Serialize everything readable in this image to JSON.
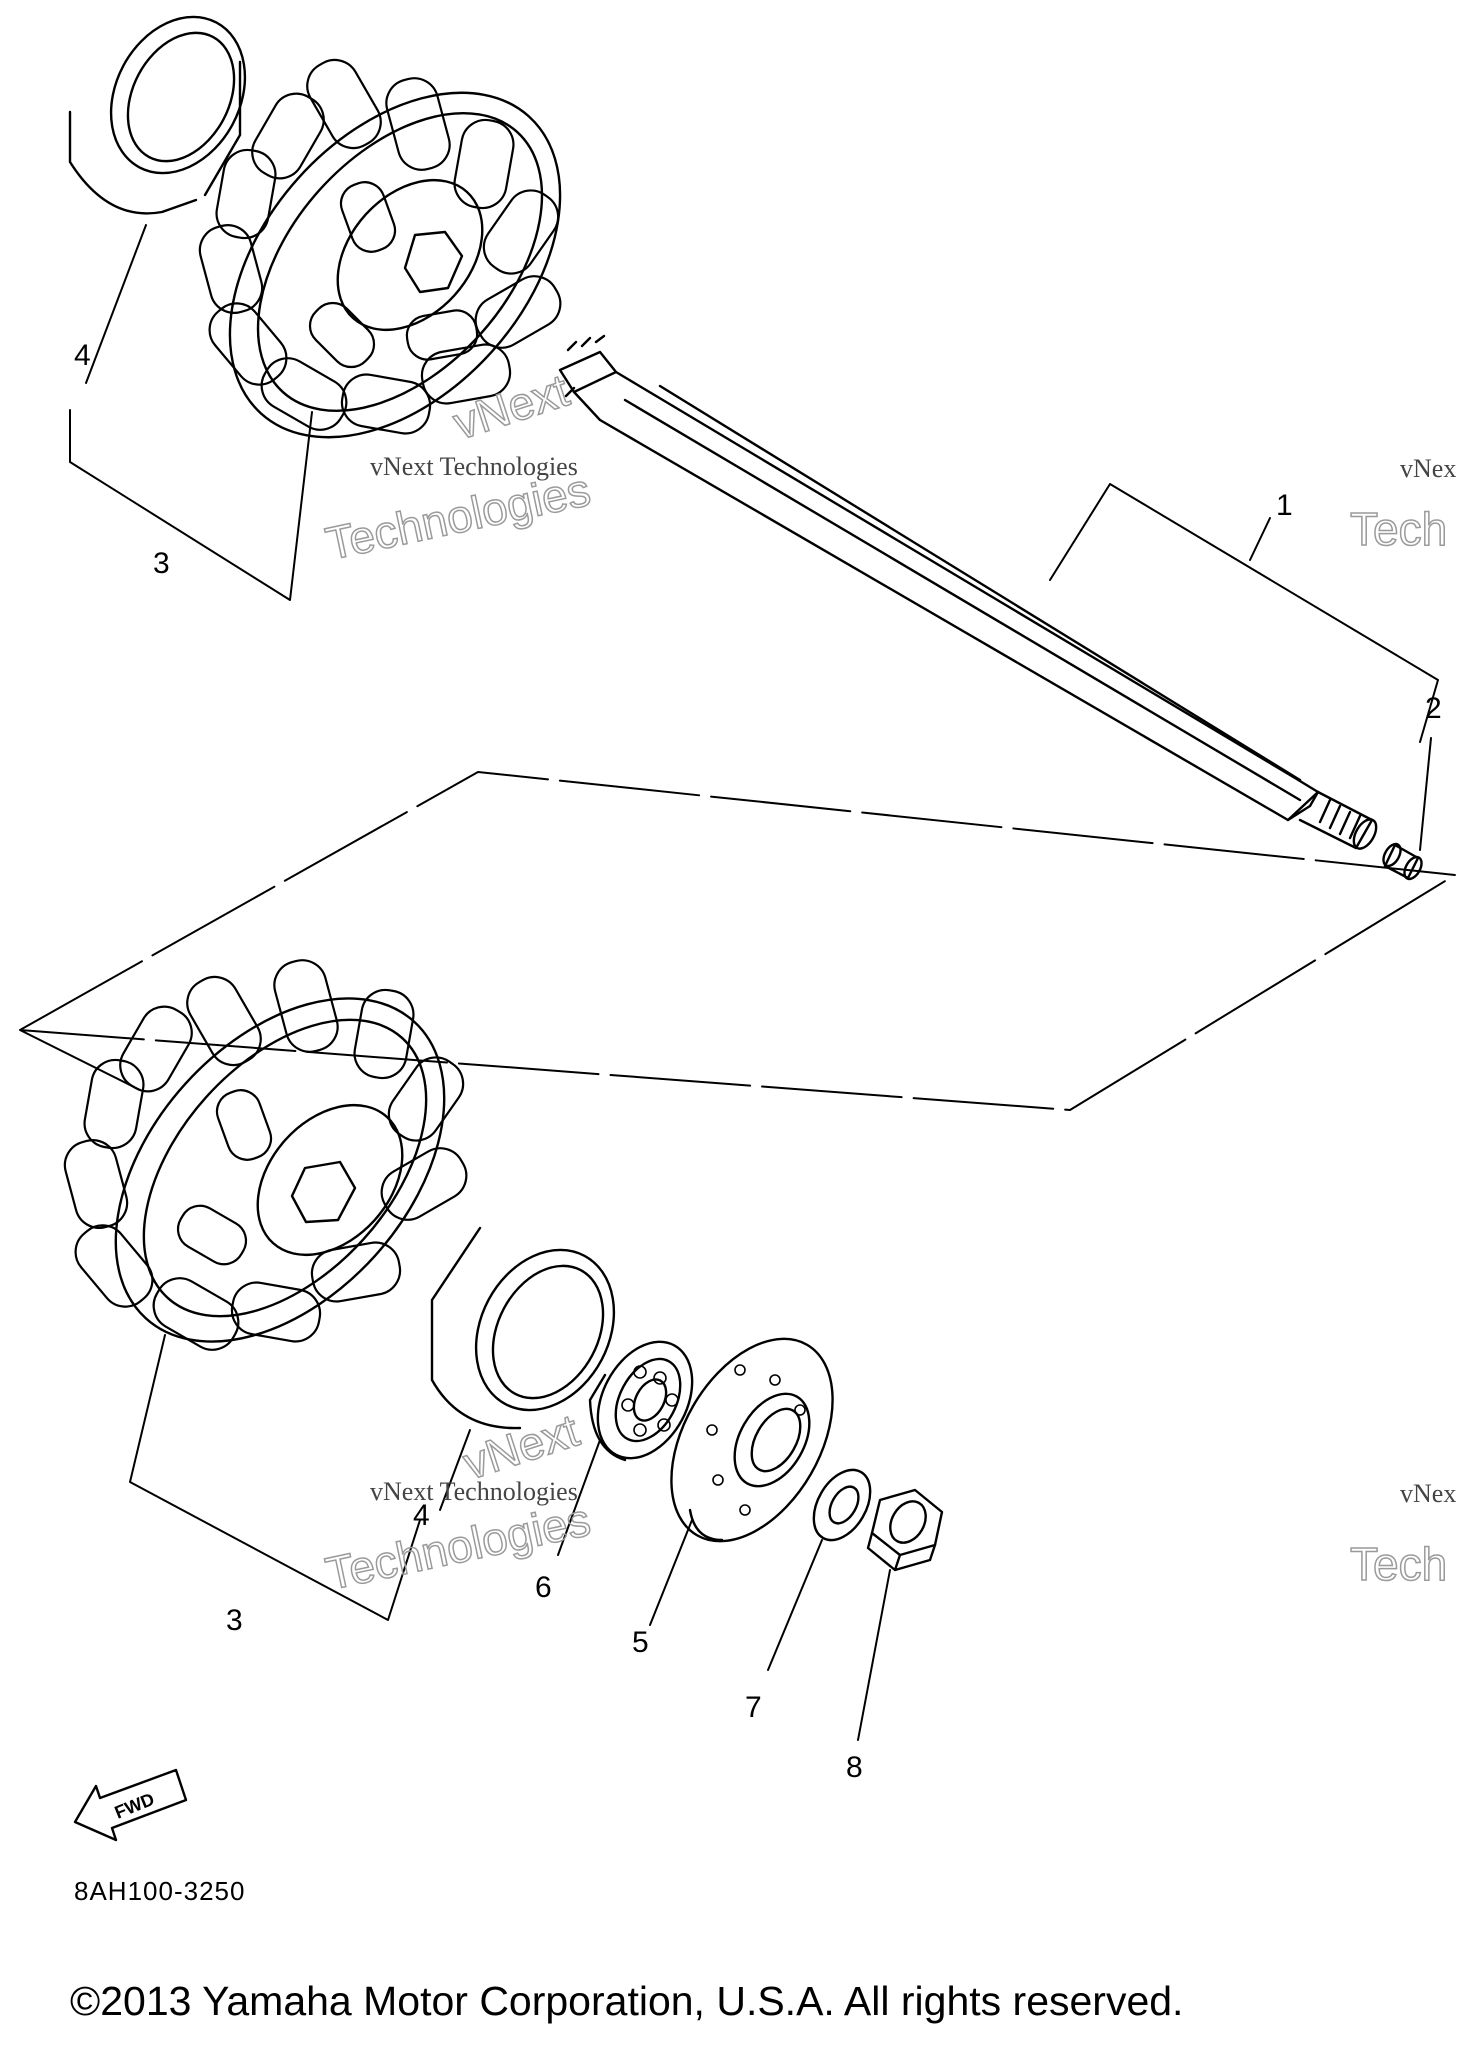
{
  "callouts": {
    "c1": "1",
    "c2": "2",
    "c3_top": "3",
    "c4_top": "4",
    "c3_bottom": "3",
    "c4_bottom": "4",
    "c5": "5",
    "c6": "6",
    "c7": "7",
    "c8": "8"
  },
  "fwd_label": "FWD",
  "watermarks": {
    "line1": "vNext Technologies",
    "big_a": "vNext",
    "big_b": "Technologies",
    "edge_small": "vNex",
    "edge_big": "Tech"
  },
  "diagram_code": "8AH100-3250",
  "copyright": "©2013 Yamaha Motor Corporation, U.S.A. All rights reserved."
}
